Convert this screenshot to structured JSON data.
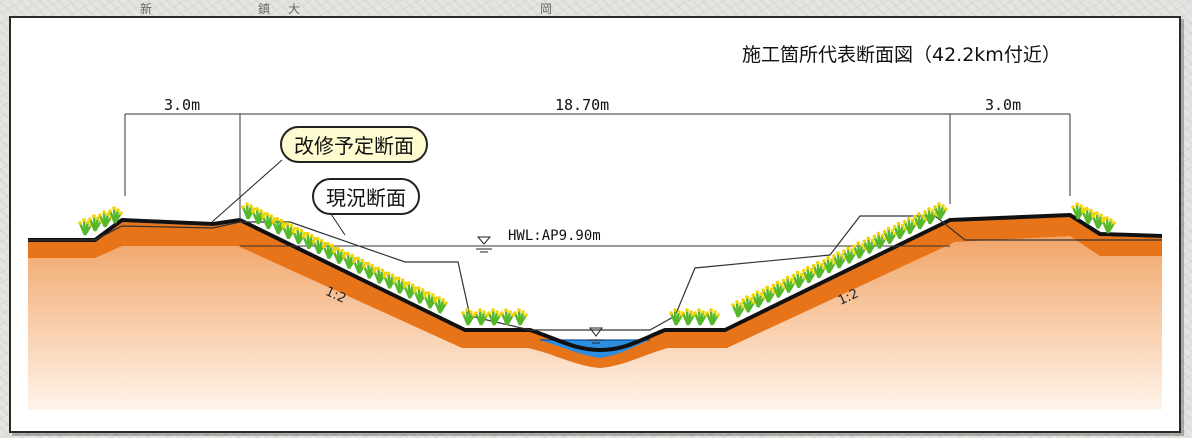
{
  "title": "施工箇所代表断面図（42.2km付近）",
  "dimensions": {
    "left": "3.0m",
    "center": "18.70m",
    "right": "3.0m"
  },
  "callouts": {
    "planned": "改修予定断面",
    "existing": "現況断面"
  },
  "water_level": "HWL:AP9.90m",
  "slopes": {
    "left": "1:2",
    "right": "1:2"
  },
  "map_labels": [
    "新",
    "鎮",
    "大",
    "岡"
  ],
  "colors": {
    "embankment": "#e8741a",
    "soil_top": "#f0a060",
    "soil_bottom": "#fff0e4",
    "water": "#2d8ee0",
    "grass": "#55b82a",
    "flower": "#f4d200"
  }
}
